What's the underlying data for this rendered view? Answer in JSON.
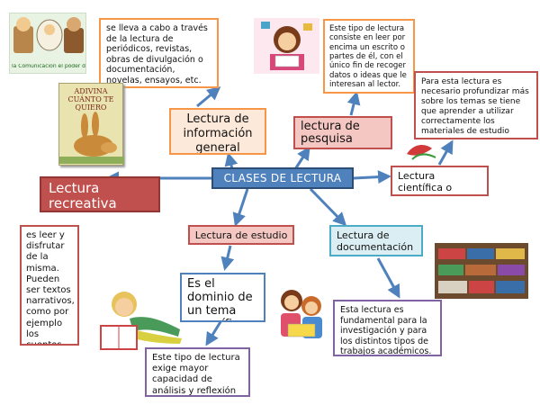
{
  "central": "CLASES DE LECTURA",
  "nodes": {
    "general": "Lectura de información general",
    "pesquisa": "lectura de pesquisa",
    "recreativa": "Lectura recreativa",
    "cientifica": "Lectura científica o técnica",
    "estudio": "Lectura de estudio",
    "documentacion": "Lectura de documentación",
    "dominio": "Es el dominio de un tema específico"
  },
  "descriptions": {
    "general": "se lleva a cabo a través de la lectura de periódicos, revistas, obras de divulgación o documentación, novelas, ensayos, etc.",
    "pesquisa": "Este tipo de lectura consiste en leer por encima un escrito o partes de él, con el único fin de recoger datos o ideas que le interesan al lector.",
    "cientifica": "Para esta lectura es necesario profundizar más sobre los temas se tiene que aprender a utilizar correctamente los materiales de estudio",
    "recreativa": "es leer y disfrutar de la misma. Pueden ser textos narrativos, como por ejemplo los cuentos, los mitos, las leyendas.",
    "documentacion": "Esta lectura es fundamental para la investigación y para los distintos tipos de trabajos académicos.",
    "estudio": "Este tipo de lectura exige mayor capacidad de análisis y reflexión"
  },
  "images": {
    "cartoon_caption": "la Comunicación el poder de leer. F",
    "book_cover": "ADIVINA CUÁNTO TE QUIERO"
  },
  "colors": {
    "central_fill": "#4f81bd",
    "arrow": "#4f81bd",
    "orange_border": "#f79646",
    "red_border": "#c0504d",
    "purple_border": "#8064a2",
    "blue_border": "#4f81bd",
    "recreativa_fill": "#c0504d"
  }
}
